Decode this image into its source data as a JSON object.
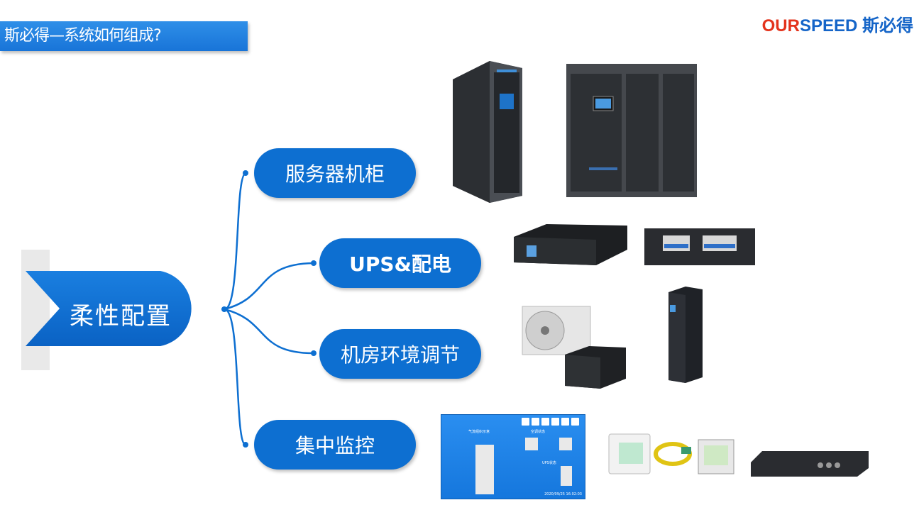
{
  "header": {
    "title": "斯必得—系统如何组成?",
    "brand_red": "OUR",
    "brand_blue": "SPEED 斯必得"
  },
  "mindmap": {
    "root": "柔性配置",
    "branches": [
      {
        "label": "服务器机柜"
      },
      {
        "label": "UPS&配电"
      },
      {
        "label": "机房环境调节"
      },
      {
        "label": "集中监控"
      }
    ]
  },
  "monitor_screen": {
    "heading_left": "气流组织示意",
    "heading_right": "空调状态",
    "ups_label": "UPS状态",
    "date": "2020/09/25 16:02:03"
  },
  "colors": {
    "accent": "#0d6fd1",
    "title_bar": "#1f80e0",
    "brand_red": "#e3331c",
    "brand_blue": "#1565c8"
  }
}
